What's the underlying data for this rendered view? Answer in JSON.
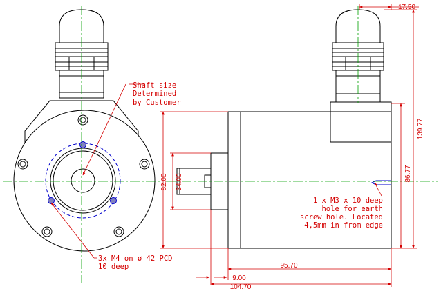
{
  "colors": {
    "outline": "#000000",
    "dimension": "#d40000",
    "centerline": "#00a000",
    "hidden": "#0000cc",
    "hole_fill": "#8080c0",
    "background": "#ffffff"
  },
  "annotations": {
    "shaft_note": [
      "Shaft size",
      "Determined",
      "by Customer"
    ],
    "hole_note": [
      "3x M4 on ø 42 PCD",
      "10 deep"
    ],
    "earth_note": [
      "1 x M3 x 10 deep",
      "hole for earth",
      "screw hole. Located",
      "4,5mm in from edge"
    ]
  },
  "dimensions": {
    "d_17_50": "17.50",
    "d_139_77": "139.77",
    "d_86_77": "86.77",
    "d_82_00": "82.00",
    "d_34_00": "34.00",
    "d_95_70": "95.70",
    "d_9_00": "9.00",
    "d_104_70": "104.70"
  }
}
